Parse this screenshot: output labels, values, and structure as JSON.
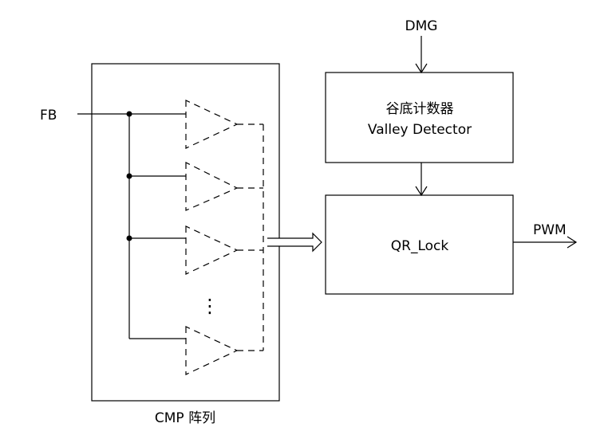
{
  "labels": {
    "fb": "FB",
    "dmg": "DMG",
    "pwm": "PWM",
    "valley_detector_zh": "谷底计数器",
    "valley_detector_en": "Valley Detector",
    "qr_lock": "QR_Lock",
    "cmp_array": "CMP 阵列",
    "ellipsis": "⋮"
  },
  "colors": {
    "line": "#000000",
    "background": "#ffffff"
  }
}
